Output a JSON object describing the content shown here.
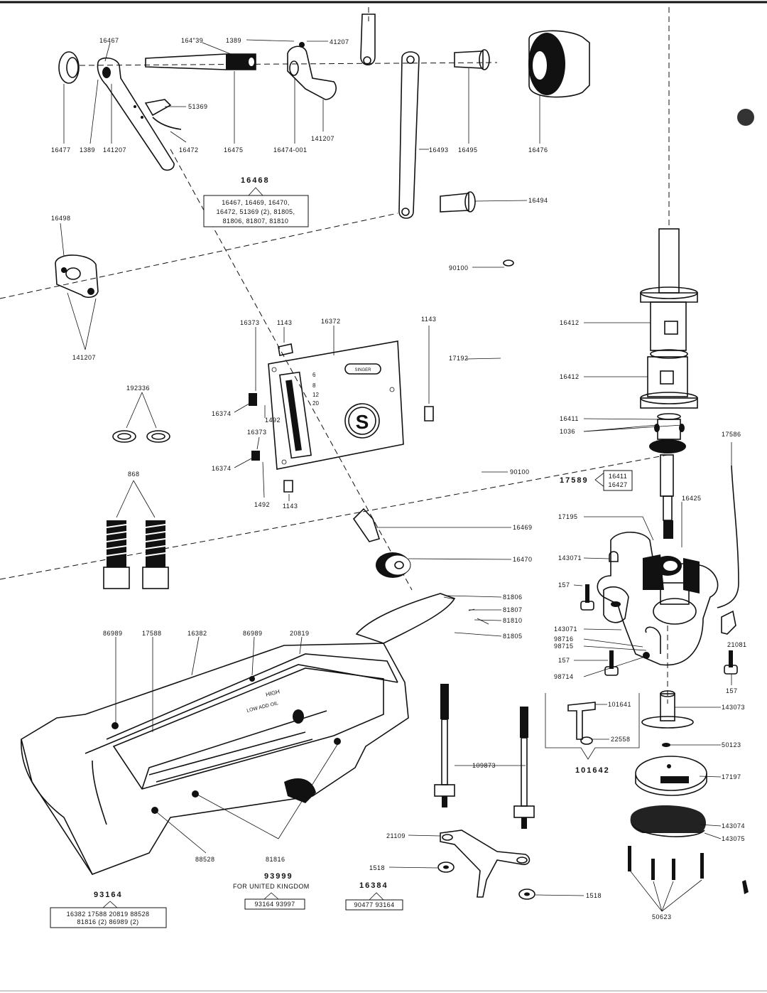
{
  "labels": {
    "l16467": "16467",
    "l16439": "164\"39",
    "l1389a": "1389",
    "l41207": "41207",
    "l16477": "16477",
    "l1389b": "1389",
    "l141207a": "141207",
    "l16472": "16472",
    "l16475": "16475",
    "l16474": "16474-001",
    "l141207b": "141207",
    "l51369": "51369",
    "l16493": "16493",
    "l16495": "16495",
    "l16476": "16476",
    "l16494": "16494",
    "l16498": "16498",
    "l141207c": "141207",
    "l192336": "192336",
    "l868": "868",
    "l16373a": "16373",
    "l1143a": "1143",
    "l16372": "16372",
    "l1143b": "1143",
    "l16374a": "16374",
    "l1492a": "1492",
    "l16373b": "16373",
    "l16374b": "16374",
    "l1492b": "1492",
    "l1143c": "1143",
    "l90100a": "90100",
    "l17192": "17192",
    "l90100b": "90100",
    "l16469": "16469",
    "l16470": "16470",
    "l81806": "81806",
    "l81807": "81807",
    "l81810": "81810",
    "l81805": "81805",
    "l16412a": "16412",
    "l16412b": "16412",
    "l16411": "16411",
    "l1036": "1036",
    "l17586": "17586",
    "l16425": "16425",
    "l17195": "17195",
    "l143071a": "143071",
    "l157a": "157",
    "l143071b": "143071",
    "l98716": "98716",
    "l98715": "98715",
    "l157b": "157",
    "l98714": "98714",
    "l21081": "21081",
    "l157c": "157",
    "l101641": "101641",
    "l22558": "22558",
    "l143073": "143073",
    "l50123": "50123",
    "l17197": "17197",
    "l143074": "143074",
    "l143075": "143075",
    "l50623": "50623",
    "l86989a": "86989",
    "l17588": "17588",
    "l16382": "16382",
    "l86989b": "86989",
    "l20819": "20819",
    "l88528": "88528",
    "l81816": "81816",
    "l109873": "109873",
    "l21109": "21109",
    "l1518a": "1518",
    "l1518b": "1518"
  },
  "assemblies": {
    "a16468": {
      "title": "16468",
      "lines": [
        "16467, 16469, 16470,",
        "16472, 51369 (2), 81805,",
        "81806, 81807, 81810"
      ]
    },
    "a17589": {
      "title": "17589",
      "lines": [
        "16411",
        "16427"
      ]
    },
    "a101642": {
      "title": "101642"
    },
    "a93164": {
      "title": "93164",
      "lines": [
        "16382  17588  20819  88528",
        "81816 (2)  86989 (2)"
      ]
    },
    "a93999": {
      "title": "93999",
      "subtitle": "FOR UNITED KINGDOM",
      "lines": [
        "93164  93997"
      ]
    },
    "a16384": {
      "title": "16384",
      "lines": [
        "90477  93164"
      ]
    }
  },
  "plate": {
    "logo": "SINGER",
    "gauge": [
      "6",
      "8",
      "12",
      "20"
    ]
  },
  "oilpan_text": {
    "high": "HIGH",
    "low": "LOW ADD OIL"
  },
  "colors": {
    "ink": "#111111",
    "paper": "#ffffff"
  }
}
